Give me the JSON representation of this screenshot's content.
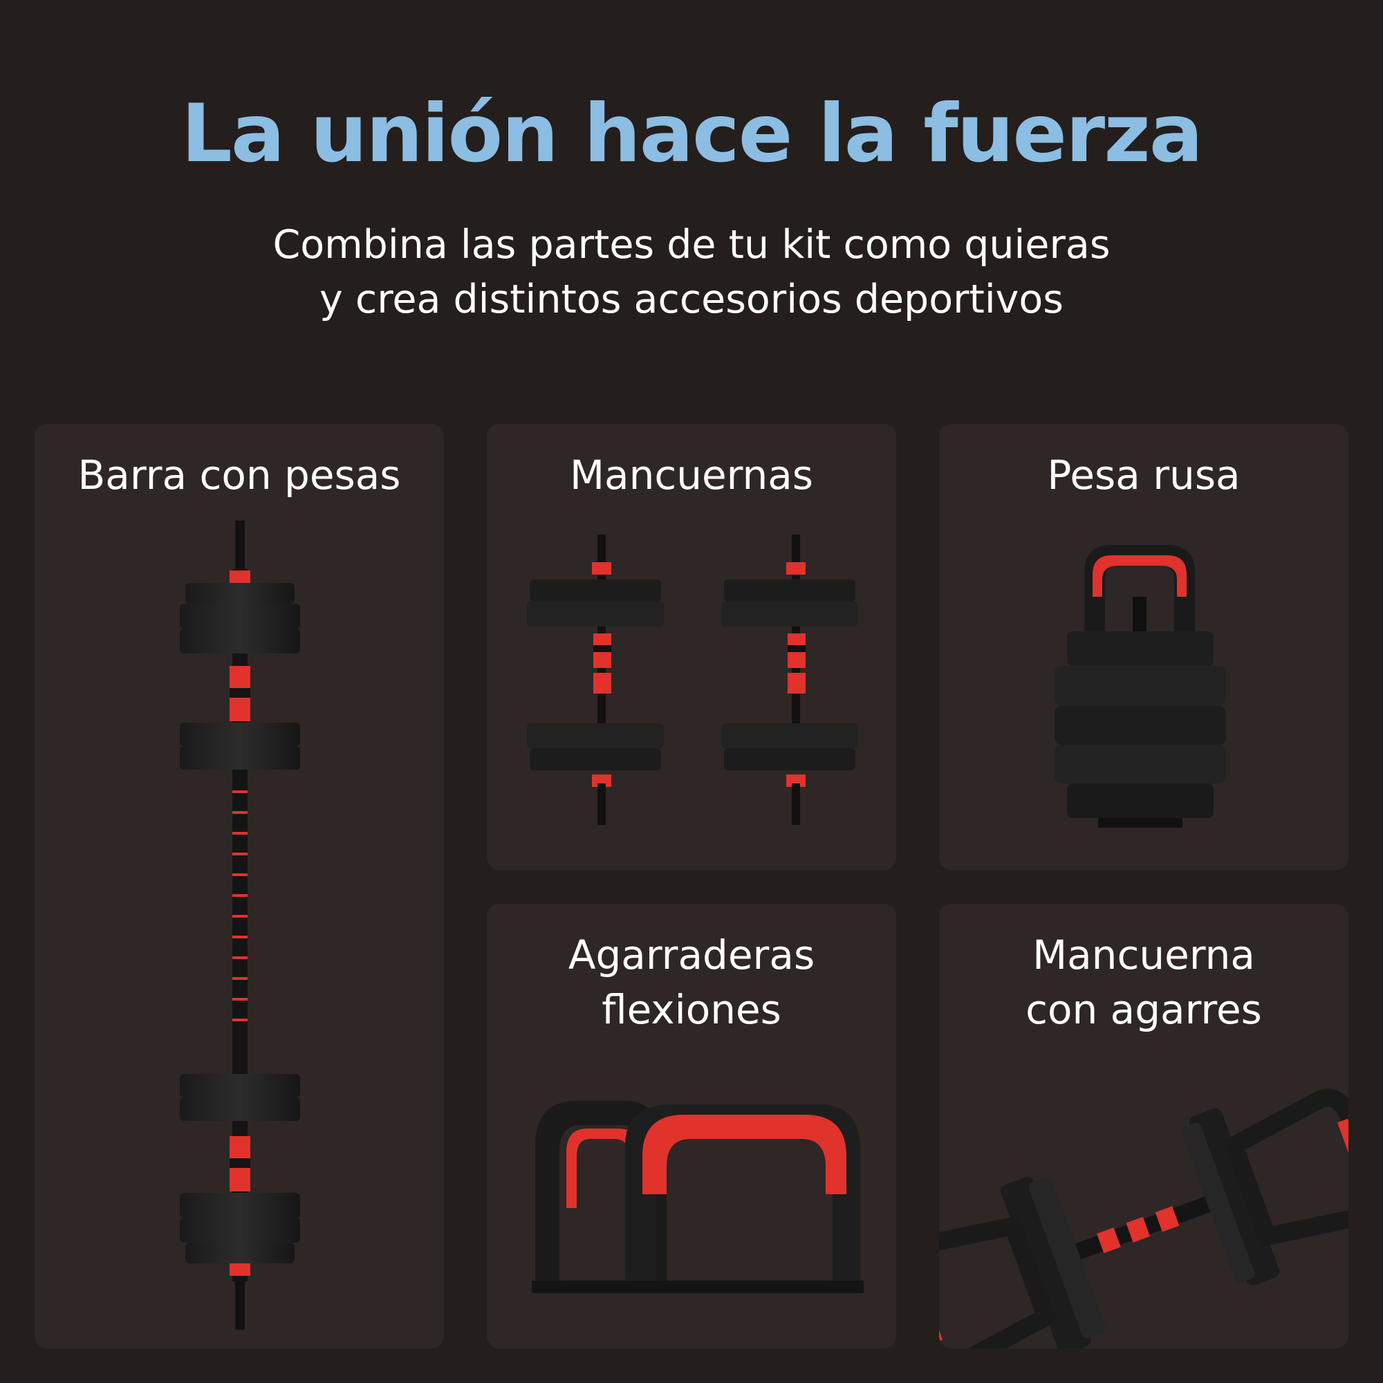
{
  "header": {
    "title": "La unión hace la fuerza",
    "subtitle_line1": "Combina las partes de tu kit como quieras",
    "subtitle_line2": "y crea distintos accesorios deportivos"
  },
  "cards": [
    {
      "label": "Barra con pesas"
    },
    {
      "label": "Mancuernas"
    },
    {
      "label": "Pesa rusa"
    },
    {
      "label_line1": "Agarraderas",
      "label_line2": "flexiones"
    },
    {
      "label_line1": "Mancuerna",
      "label_line2": "con agarres"
    }
  ],
  "colors": {
    "background": "#241e1d",
    "card": "#2e2726",
    "accent_title": "#8cbde2",
    "product_red": "#e1322c",
    "product_black": "#1a1a1a"
  }
}
